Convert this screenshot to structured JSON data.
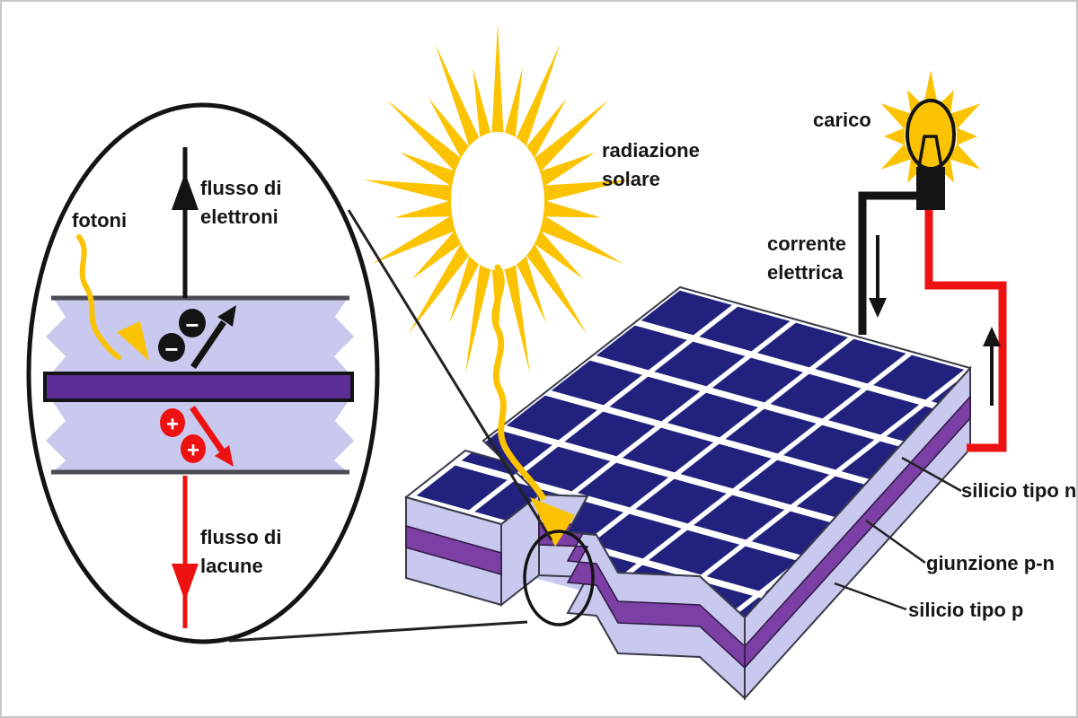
{
  "magnifier": {
    "photons_label": "fotoni",
    "electron_flow": [
      "flusso di",
      "elettroni"
    ],
    "hole_flow": [
      "flusso di",
      "lacune"
    ],
    "electron_symbol": "−",
    "hole_symbol": "+"
  },
  "sun": {
    "label": [
      "radiazione",
      "solare"
    ]
  },
  "circuit": {
    "load_label": "carico",
    "current_label": [
      "corrente",
      "elettrica"
    ]
  },
  "panel": {
    "n_label": "silicio tipo n",
    "junction_label": "giunzione p-n",
    "p_label": "silicio tipo p"
  },
  "colors": {
    "cell_navy": "#22227e",
    "silicon_lavender": "#c9c9ef",
    "junction_purple": "#7b3fa5",
    "junction_dark_purple": "#5c2d96",
    "sun_yellow": "#fcc303",
    "wire_red": "#ee1111",
    "wire_black": "#141414"
  }
}
